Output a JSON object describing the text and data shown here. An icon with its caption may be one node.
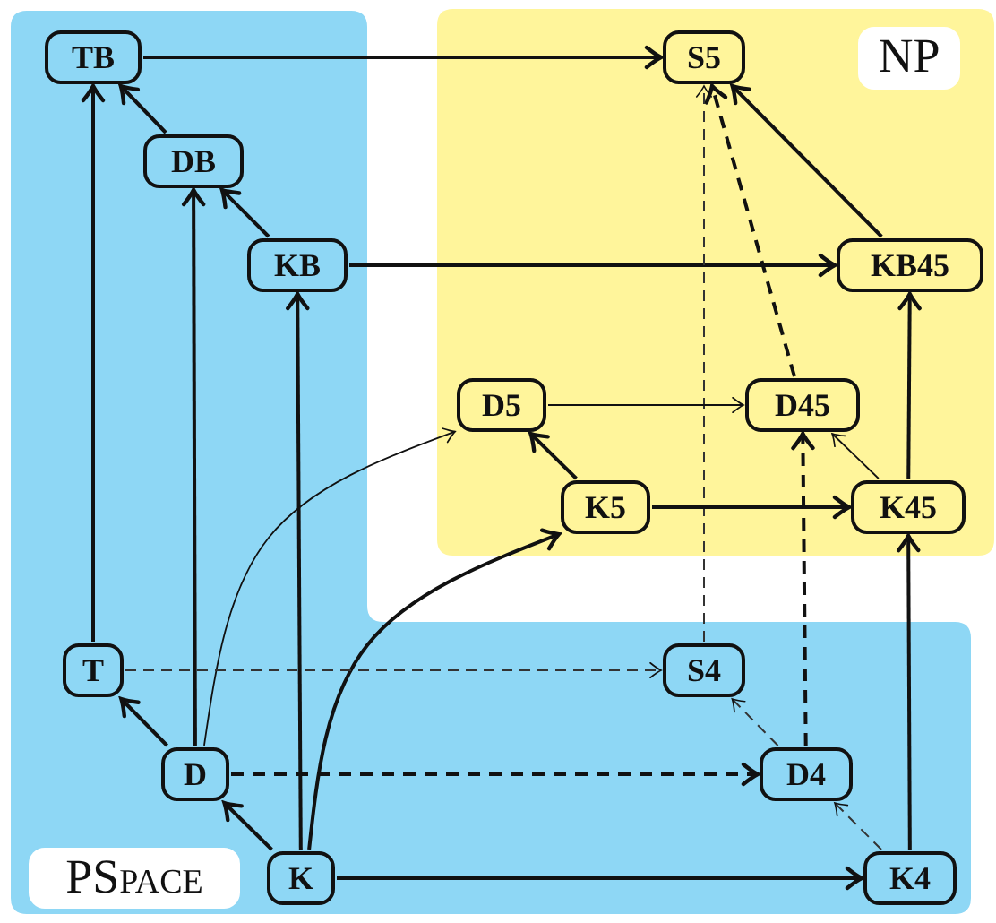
{
  "diagram": {
    "nodes": [
      {
        "text": [
          "PSpace"
        ]
      },
      {
        "text": [
          "NP"
        ]
      },
      {
        "text": [
          "TB"
        ],
        "in": 0
      },
      {
        "text": [
          "DB"
        ],
        "in": 0
      },
      {
        "text": [
          "KB"
        ],
        "in": 0
      },
      {
        "text": [
          "S5"
        ],
        "in": 1
      },
      {
        "text": [
          "KB45"
        ],
        "in": 1
      },
      {
        "text": [
          "D5"
        ],
        "in": 1
      },
      {
        "text": [
          "D45"
        ],
        "in": 1
      },
      {
        "text": [
          "K5"
        ],
        "in": 1
      },
      {
        "text": [
          "K45"
        ],
        "in": 1
      },
      {
        "text": [
          "T"
        ],
        "in": 0
      },
      {
        "text": [
          "S4"
        ],
        "in": 0
      },
      {
        "text": [
          "D"
        ],
        "in": 0
      },
      {
        "text": [
          "D4"
        ],
        "in": 0
      },
      {
        "text": [
          "K"
        ],
        "in": 0
      },
      {
        "text": [
          "K4"
        ],
        "in": 0
      }
    ],
    "edges": [
      {
        "from": 2,
        "to": 5,
        "arrow": "to"
      },
      {
        "from": 3,
        "to": 2,
        "arrow": "to"
      },
      {
        "from": 4,
        "to": 3,
        "arrow": "to"
      },
      {
        "from": 4,
        "to": 6,
        "arrow": "to"
      },
      {
        "from": 6,
        "to": 5,
        "arrow": "to"
      },
      {
        "from": 8,
        "to": 5,
        "arrow": "to",
        "style": "dashed"
      },
      {
        "from": 12,
        "to": 5,
        "arrow": "to",
        "style": "dashed"
      },
      {
        "from": 7,
        "to": 8,
        "arrow": "to"
      },
      {
        "from": 9,
        "to": 7,
        "arrow": "to"
      },
      {
        "from": 9,
        "to": 10,
        "arrow": "to"
      },
      {
        "from": 10,
        "to": 8,
        "arrow": "to"
      },
      {
        "from": 10,
        "to": 6,
        "arrow": "to"
      },
      {
        "from": 11,
        "to": 2,
        "arrow": "to"
      },
      {
        "from": 13,
        "to": 3,
        "arrow": "to"
      },
      {
        "from": 15,
        "to": 4,
        "arrow": "to"
      },
      {
        "from": 13,
        "to": 11,
        "arrow": "to"
      },
      {
        "from": 15,
        "to": 13,
        "arrow": "to"
      },
      {
        "from": 15,
        "to": 9,
        "arrow": "to"
      },
      {
        "from": 13,
        "to": 7,
        "arrow": "to"
      },
      {
        "from": 11,
        "to": 12,
        "arrow": "to",
        "style": "dashed"
      },
      {
        "from": 13,
        "to": 14,
        "arrow": "to",
        "style": "dashed"
      },
      {
        "from": 14,
        "to": 12,
        "arrow": "to",
        "style": "dashed"
      },
      {
        "from": 14,
        "to": 8,
        "arrow": "to",
        "style": "dashed"
      },
      {
        "from": 15,
        "to": 16,
        "arrow": "to"
      },
      {
        "from": 16,
        "to": 14,
        "arrow": "to",
        "style": "dashed"
      },
      {
        "from": 16,
        "to": 10,
        "arrow": "to"
      }
    ]
  }
}
